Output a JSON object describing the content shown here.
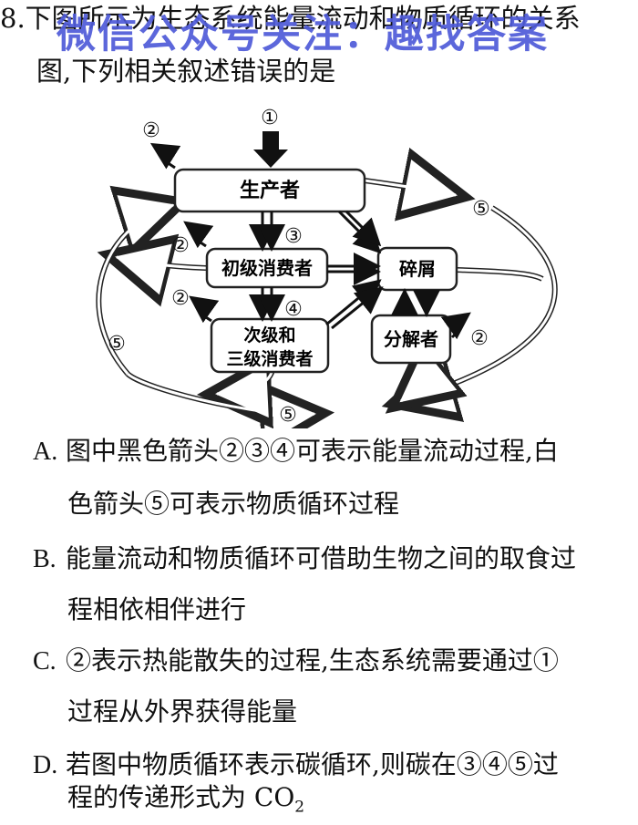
{
  "question": {
    "number": "8.",
    "stem_line1": "下图所示为生态系统能量流动和物质循环的关系",
    "stem_line2": "图,下列相关叙述错误的是"
  },
  "watermark": "微信公众号关注：趣找答案",
  "diagram": {
    "nodes": {
      "producer": "生产者",
      "primary": "初级消费者",
      "secondary_line1": "次级和",
      "secondary_line2": "三级消费者",
      "detritus": "碎屑",
      "decomposer": "分解者"
    },
    "labels": {
      "c1": "①",
      "c2a": "②",
      "c2b": "②",
      "c2c": "②",
      "c2d": "②",
      "c3": "③",
      "c4": "④",
      "c5a": "⑤",
      "c5b": "⑤",
      "c5c": "⑤"
    },
    "colors": {
      "black_arrow": "#111111",
      "white_arrow_fill": "#ffffff",
      "box_border": "#222222"
    }
  },
  "options": [
    {
      "letter": "A.",
      "line1": "图中黑色箭头②③④可表示能量流动过程,白",
      "line2": "色箭头⑤可表示物质循环过程"
    },
    {
      "letter": "B.",
      "line1": "能量流动和物质循环可借助生物之间的取食过",
      "line2": "程相依相伴进行"
    },
    {
      "letter": "C.",
      "line1": "②表示热能散失的过程,生态系统需要通过①",
      "line2": "过程从外界获得能量"
    },
    {
      "letter": "D.",
      "line1": "若图中物质循环表示碳循环,则碳在③④⑤过",
      "line2_prefix": "程的传递形式为 CO",
      "line2_sub": "2"
    }
  ]
}
